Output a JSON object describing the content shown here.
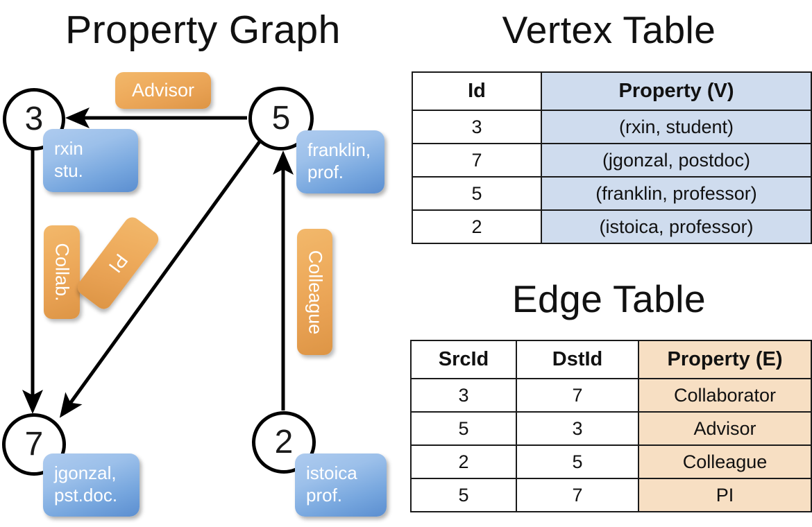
{
  "panels": {
    "graph_title": "Property Graph",
    "vertex_title": "Vertex Table",
    "edge_title": "Edge Table"
  },
  "graph": {
    "nodes": [
      {
        "id": "3",
        "property": "rxin\nstu."
      },
      {
        "id": "5",
        "property": "franklin,\nprof."
      },
      {
        "id": "7",
        "property": "jgonzal,\npst.doc."
      },
      {
        "id": "2",
        "property": "istoica\nprof."
      }
    ],
    "edge_labels": [
      {
        "name": "advisor",
        "text": "Advisor"
      },
      {
        "name": "collab",
        "text": "Collab."
      },
      {
        "name": "pi",
        "text": "PI"
      },
      {
        "name": "colleague",
        "text": "Colleague"
      }
    ],
    "edges": [
      {
        "src": "5",
        "dst": "3",
        "label": "Advisor"
      },
      {
        "src": "3",
        "dst": "7",
        "label": "Collab."
      },
      {
        "src": "5",
        "dst": "7",
        "label": "PI"
      },
      {
        "src": "2",
        "dst": "5",
        "label": "Colleague"
      }
    ]
  },
  "vertex_table": {
    "headers": [
      "Id",
      "Property (V)"
    ],
    "rows": [
      {
        "id": "3",
        "property": "(rxin, student)"
      },
      {
        "id": "7",
        "property": "(jgonzal, postdoc)"
      },
      {
        "id": "5",
        "property": "(franklin, professor)"
      },
      {
        "id": "2",
        "property": "(istoica, professor)"
      }
    ]
  },
  "edge_table": {
    "headers": [
      "SrcId",
      "DstId",
      "Property (E)"
    ],
    "rows": [
      {
        "src": "3",
        "dst": "7",
        "property": "Collaborator"
      },
      {
        "src": "5",
        "dst": "3",
        "property": "Advisor"
      },
      {
        "src": "2",
        "dst": "5",
        "property": "Colleague"
      },
      {
        "src": "5",
        "dst": "7",
        "property": "PI"
      }
    ]
  },
  "colors": {
    "vertex_property_fill": "#cfdcee",
    "edge_property_fill": "#f7dfc3",
    "node_callout": "#76a6de",
    "edge_callout": "#e7a052",
    "stroke": "#1a1a1a"
  }
}
